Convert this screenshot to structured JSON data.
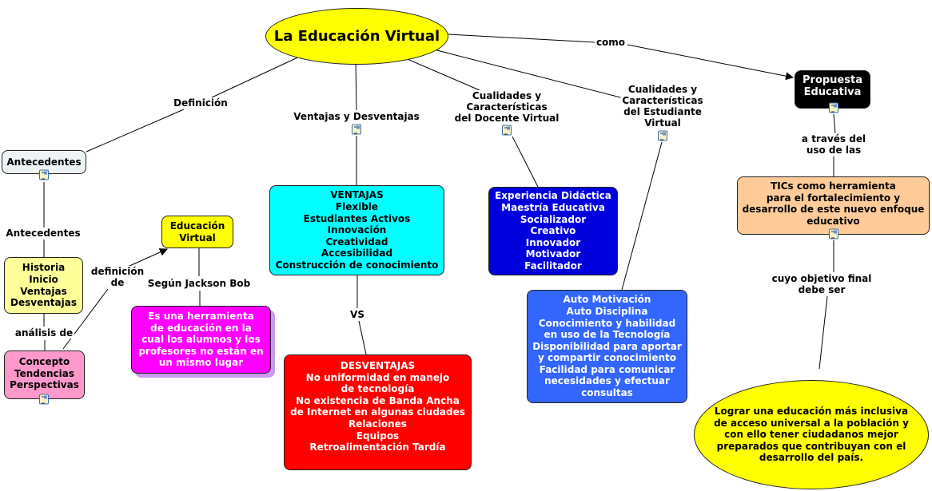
{
  "main_concept": "La Educación Virtual",
  "links": {
    "como": "como",
    "definicion": "Definición",
    "ventajas_desventajas": "Ventajas y Desventajas",
    "cualidades_docente": "Cualidades y\nCaracterísticas\ndel Docente Virtual",
    "cualidades_estudiante": "Cualidades y\nCaracterísticas\ndel Estudiante\nVirtual",
    "a_traves": "a través del\nuso de las",
    "cuyo_objetivo": "cuyo objetivo final\ndebe ser",
    "antecedentes": "Antecedentes",
    "analisis_de": "análisis de",
    "definicion_de": "definición\nde",
    "segun": "Según Jackson Bob",
    "vs": "VS"
  },
  "nodes": {
    "propuesta": "Propuesta\nEducativa",
    "tics": "TICs como herramienta\npara el fortalecimiento y\ndesarrollo de este nuevo enfoque\neducativo",
    "objetivo": "Lograr una educación más inclusiva\nde acceso universal a la población y\ncon ello tener ciudadanos mejor\npreparados que contribuyan con el\ndesarrollo del país.",
    "antecedentes": "Antecedentes",
    "historia": "Historia\nInicio\nVentajas\nDesventajas",
    "concepto": "Concepto\nTendencias\nPerspectivas",
    "educacion_virtual": "Educación\nVirtual",
    "definicion_texto": "Es una herramienta\nde educación en la\ncual los alumnos y los\nprofesores no están en\nun mismo lugar",
    "ventajas": "VENTAJAS\nFlexible\nEstudiantes Activos\nInnovación\nCreatividad\nAccesibilidad\nConstrucción de conocimiento",
    "desventajas": "DESVENTAJAS\nNo uniformidad en manejo\nde tecnología\nNo existencia de Banda Ancha\nde Internet en algunas ciudades\nRelaciones\nEquipos\nRetroalimentación Tardía",
    "docente": "Experiencia Didáctica\nMaestría Educativa\nSocializador\nCreativo\nInnovador\nMotivador\nFacilitador",
    "estudiante": "Auto Motivación\nAuto Disciplina\nConocimiento y habilidad\n en uso de la Tecnología\nDisponibilidad para aportar\ny compartir conocimiento\nFacilidad para comunicar\nnecesidades y efectuar\nconsultas"
  },
  "colors": {
    "main": "#ffff00",
    "propuesta": "#000000",
    "tics": "#ffcc99",
    "antecedentes": "#eef4f6",
    "historia": "#ffff99",
    "concepto": "#ff99cc",
    "educacion_virtual": "#ffff00",
    "definicion_texto": "#ff00ff",
    "ventajas": "#00ffff",
    "desventajas": "#ff0000",
    "docente": "#0000dd",
    "estudiante": "#3366ff"
  }
}
